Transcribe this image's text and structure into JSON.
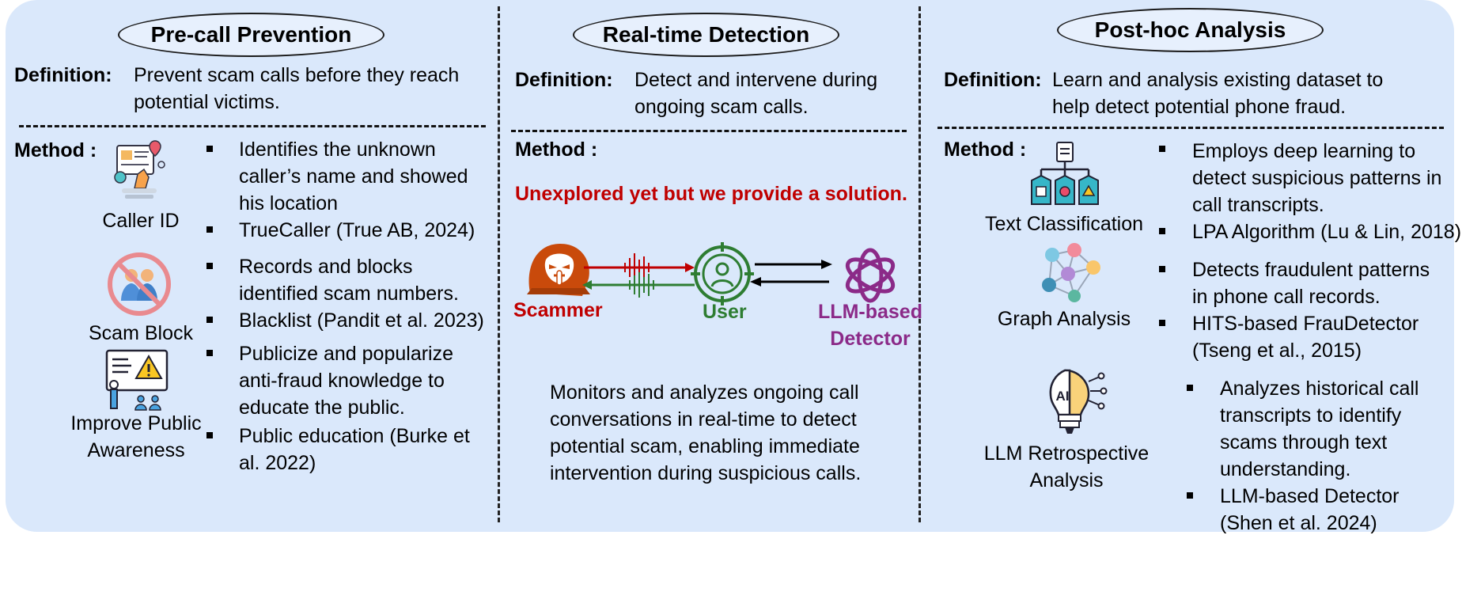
{
  "colors": {
    "panel": "#dae8fb",
    "red": "#c00000",
    "green": "#2e7d32",
    "purple": "#8b2a88",
    "orange": "#c94a0b"
  },
  "pre": {
    "title": "Pre-call Prevention",
    "def_label": "Definition:",
    "def_lines": [
      "Prevent scam calls before they reach",
      "potential victims."
    ],
    "method_label": "Method :",
    "icons": [
      {
        "icon": "caller-id-icon",
        "caption": [
          "Caller ID"
        ]
      },
      {
        "icon": "scam-block-icon",
        "caption": [
          "Scam Block"
        ]
      },
      {
        "icon": "public-awareness-icon",
        "caption": [
          "Improve Public",
          "Awareness"
        ]
      }
    ],
    "items": [
      [
        "Identifies the unknown",
        "caller’s name and showed",
        "his location"
      ],
      [
        "TrueCaller (True  AB, 2024)"
      ],
      [
        "Records and blocks",
        "identified scam numbers."
      ],
      [
        "Blacklist (Pandit et al. 2023)"
      ],
      [
        "Publicize and popularize",
        "anti-fraud knowledge to",
        "educate the public."
      ],
      [
        "Public education (Burke et",
        "al. 2022)"
      ]
    ]
  },
  "rt": {
    "title": "Real-time Detection",
    "def_label": "Definition:",
    "def_lines": [
      "Detect and intervene during",
      "ongoing scam calls."
    ],
    "method_label": "Method :",
    "highlight": "Unexplored yet but we provide a solution.",
    "scammer": "Scammer",
    "user": "User",
    "detector": [
      "LLM-based",
      "Detector"
    ],
    "desc": [
      "Monitors and analyzes ongoing call",
      "conversations in real-time to detect",
      "potential scam, enabling immediate",
      "intervention during suspicious calls."
    ]
  },
  "post": {
    "title": "Post-hoc Analysis",
    "def_label": "Definition:",
    "def_lines": [
      "Learn and analysis existing dataset to",
      "help detect potential phone fraud."
    ],
    "method_label": "Method :",
    "icons": [
      {
        "icon": "text-classification-icon",
        "caption": [
          "Text Classification"
        ]
      },
      {
        "icon": "graph-analysis-icon",
        "caption": [
          "Graph Analysis"
        ]
      },
      {
        "icon": "llm-retrospective-icon",
        "caption": [
          "LLM Retrospective",
          "Analysis"
        ]
      }
    ],
    "items": [
      [
        "Employs deep learning to",
        "detect suspicious patterns in",
        "call transcripts."
      ],
      [
        "LPA Algorithm (Lu & Lin, 2018)"
      ],
      [
        "Detects fraudulent patterns",
        "in phone call records."
      ],
      [
        "HITS-based FrauDetector",
        "(Tseng et al., 2015)"
      ],
      [
        "Analyzes historical call",
        "transcripts to identify",
        "scams through text",
        "understanding."
      ],
      [
        "LLM-based Detector",
        "(Shen et al. 2024)"
      ]
    ]
  }
}
